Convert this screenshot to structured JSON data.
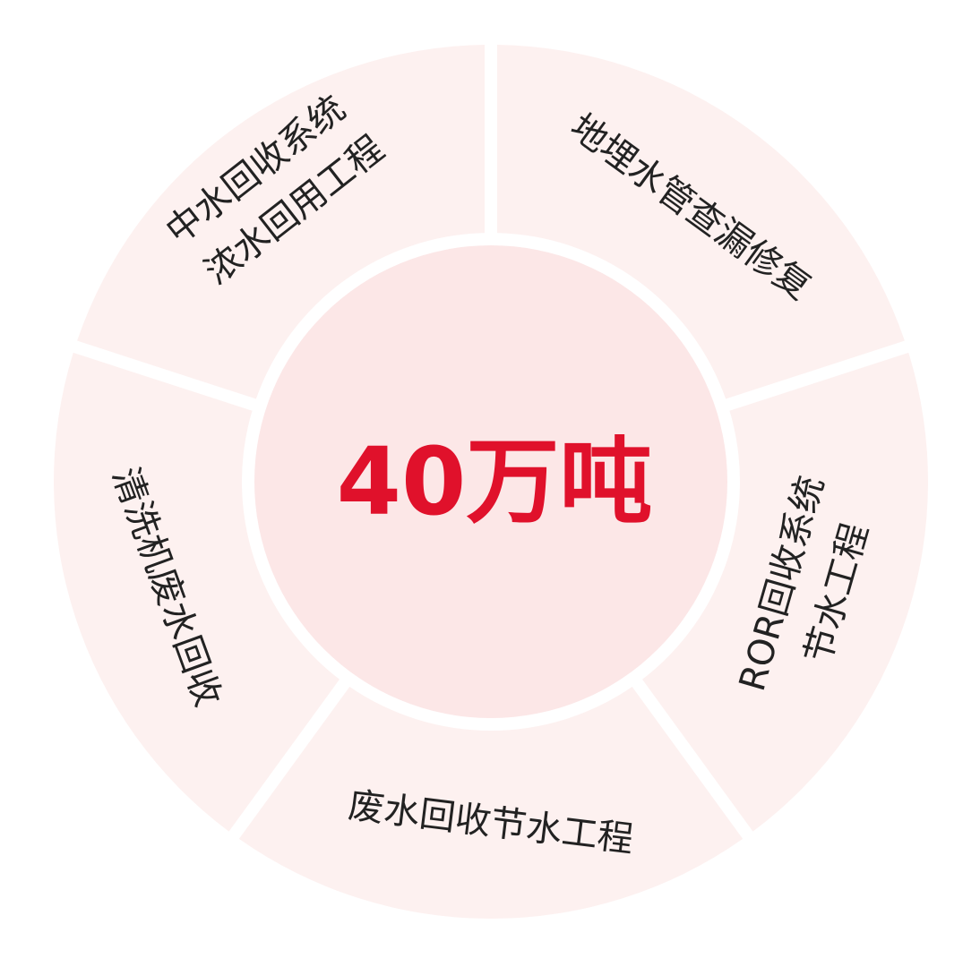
{
  "colors": {
    "segment_fill": "#fdf1f0",
    "center_fill": "#fce7e7",
    "separator": "#ffffff",
    "accent": "#e0112b",
    "text": "#222222"
  },
  "center": {
    "label": "40万吨"
  },
  "segments": [
    {
      "id": "reclaimed-water",
      "lines": [
        "中水回收系统",
        "浓水回用工程"
      ]
    },
    {
      "id": "pipe-leak-repair",
      "lines": [
        "地埋水管查漏修复"
      ]
    },
    {
      "id": "ror-recovery",
      "lines": [
        "ROR回收系统",
        "节水工程"
      ]
    },
    {
      "id": "wastewater-recovery",
      "lines": [
        "废水回收节水工程"
      ]
    },
    {
      "id": "washer-wastewater",
      "lines": [
        "清洗机废水回收"
      ]
    }
  ]
}
